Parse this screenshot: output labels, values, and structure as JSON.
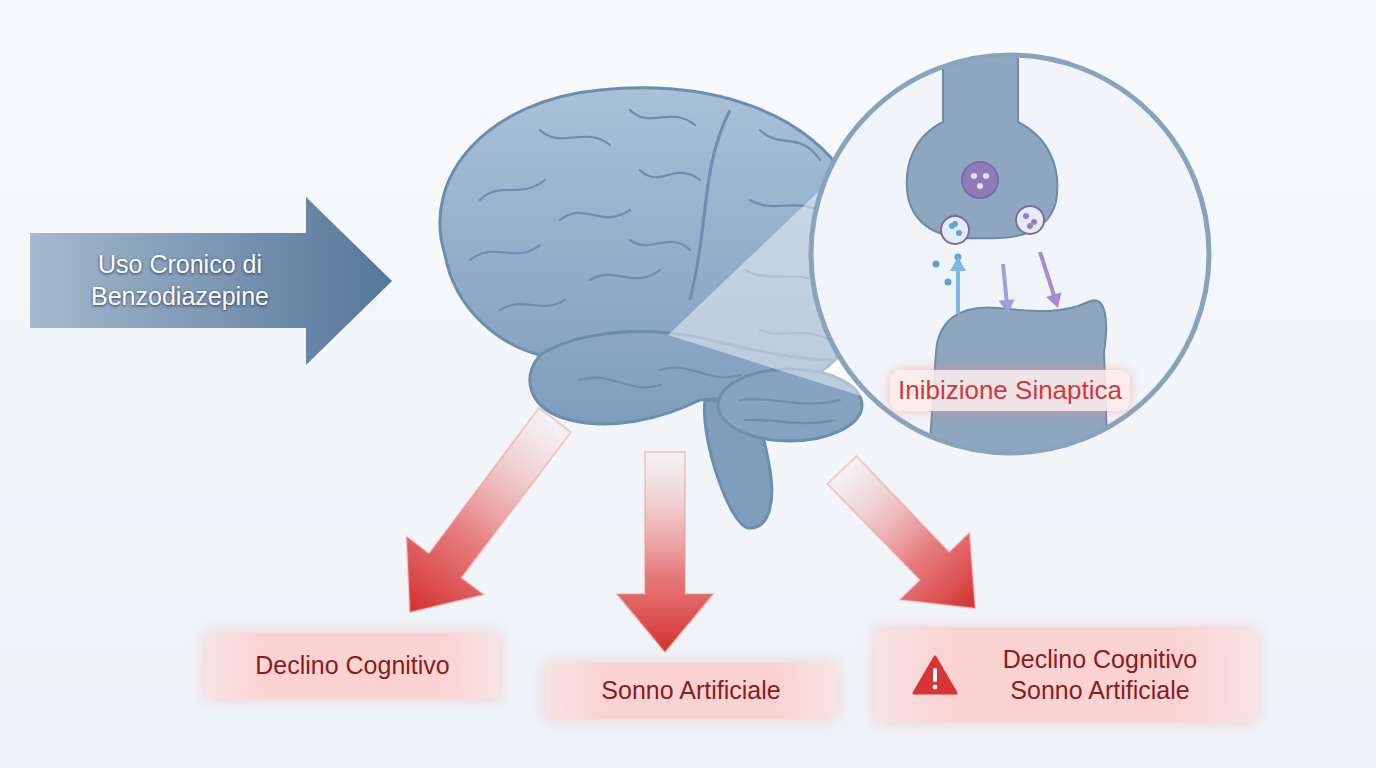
{
  "diagram": {
    "nodes": [
      {
        "text": [
          "Uso Cronico di Benzodiazepine"
        ]
      },
      {
        "text": [
          "Inibizione Sinaptica"
        ]
      },
      {
        "text": [
          "Declino Cognitivo"
        ]
      },
      {
        "text": [
          "Sonno Artificiale"
        ]
      },
      {
        "text": [
          "Declino Cognitivo Sonno Artificiale"
        ]
      }
    ]
  }
}
